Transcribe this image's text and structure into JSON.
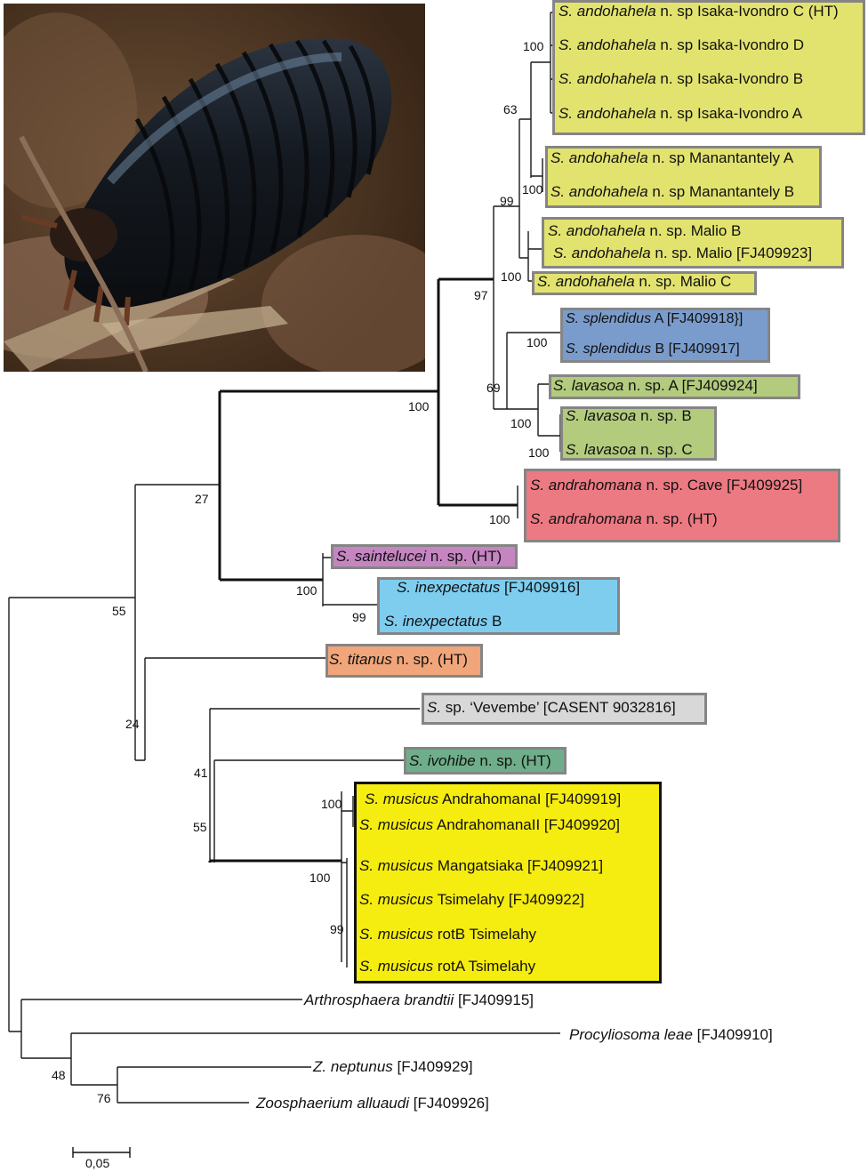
{
  "clades": {
    "andohahela_isaka": {
      "color": "#e2e36f",
      "taxa": [
        {
          "genus": "S. andohahela",
          "rest": "n. sp Isaka-Ivondro C (HT)"
        },
        {
          "genus": "S. andohahela",
          "rest": "n. sp Isaka-Ivondro D"
        },
        {
          "genus": "S. andohahela",
          "rest": "n. sp Isaka-Ivondro B"
        },
        {
          "genus": "S. andohahela",
          "rest": "n. sp Isaka-Ivondro A"
        }
      ]
    },
    "andohahela_manantantely": {
      "color": "#e2e36f",
      "taxa": [
        {
          "genus": "S. andohahela",
          "rest": "n. sp Manantantely A"
        },
        {
          "genus": "S. andohahela",
          "rest": "n. sp Manantantely B"
        }
      ]
    },
    "andohahela_malio": {
      "color": "#e2e36f",
      "taxa": [
        {
          "genus": "S. andohahela",
          "rest": "n. sp. Malio B"
        },
        {
          "genus": "S. andohahela",
          "rest": "n. sp. Malio [FJ409923]"
        }
      ]
    },
    "andohahela_malio_c": {
      "color": "#e2e36f",
      "taxa": [
        {
          "genus": "S. andohahela",
          "rest": "n. sp. Malio C"
        }
      ]
    },
    "splendidus": {
      "color": "#7a9ccd",
      "taxa": [
        {
          "genus": "S. splendidus",
          "rest": "A [FJ409918}]"
        },
        {
          "genus": "S. splendidus",
          "rest": "B [FJ409917]"
        }
      ]
    },
    "lavasoa_a": {
      "color": "#b3cb7d",
      "taxa": [
        {
          "genus": "S. lavasoa",
          "rest": "n. sp. A [FJ409924]"
        }
      ]
    },
    "lavasoa_bc": {
      "color": "#b3cb7d",
      "taxa": [
        {
          "genus": "S. lavasoa",
          "rest": "n. sp. B"
        },
        {
          "genus": "S. lavasoa",
          "rest": "n. sp. C"
        }
      ]
    },
    "andrahomana": {
      "color": "#ec7a82",
      "taxa": [
        {
          "genus": "S. andrahomana",
          "rest": "n. sp. Cave [FJ409925]"
        },
        {
          "genus": "S. andrahomana",
          "rest": "n. sp. (HT)"
        }
      ]
    },
    "saintelucei": {
      "color": "#c585c1",
      "taxa": [
        {
          "genus": "S. saintelucei",
          "rest": "n. sp. (HT)"
        }
      ]
    },
    "inexpectatus": {
      "color": "#7ecdef",
      "taxa": [
        {
          "genus": "S. inexpectatus",
          "rest": "[FJ409916]"
        },
        {
          "genus": "S. inexpectatus",
          "rest": "B"
        }
      ]
    },
    "titanus": {
      "color": "#f0a57a",
      "taxa": [
        {
          "genus": "S. titanus",
          "rest": "n. sp. (HT)"
        }
      ]
    },
    "vevembe": {
      "color": "#d8d8d8",
      "taxa": [
        {
          "genus": "S.",
          "rest": "sp. ‘Vevembe’ [CASENT 9032816]"
        }
      ]
    },
    "ivohibe": {
      "color": "#6fae8a",
      "taxa": [
        {
          "genus": "S. ivohibe",
          "rest": "n. sp. (HT)"
        }
      ]
    },
    "musicus": {
      "color": "#f5ec10",
      "taxa": [
        {
          "genus": "S. musicus",
          "rest": "AndrahomanaI  [FJ409919]"
        },
        {
          "genus": "S. musicus",
          "rest": "AndrahomanaII [FJ409920]"
        },
        {
          "genus": "S. musicus",
          "rest": "Mangatsiaka  [FJ409921]"
        },
        {
          "genus": "S. musicus",
          "rest": "Tsimelahy [FJ409922]"
        },
        {
          "genus": "S. musicus",
          "rest": "rotB Tsimelahy"
        },
        {
          "genus": "S. musicus",
          "rest": "rotA Tsimelahy"
        }
      ]
    }
  },
  "outgroups": [
    {
      "genus": "Arthrosphaera brandtii",
      "rest": "[FJ409915]"
    },
    {
      "genus": "Procyliosoma leae",
      "rest": "[FJ409910]"
    },
    {
      "genus": "Z. neptunus",
      "rest": "[FJ409929]"
    },
    {
      "genus": "Zoosphaerium alluaudi",
      "rest": "[FJ409926]"
    }
  ],
  "support": {
    "isaka": "100",
    "andohahela_inner": "63",
    "manantantely": "100",
    "andohahela_all": "99",
    "malio": "100",
    "andohahela_splendidus": "97",
    "splendidus": "100",
    "splendidus_lavasoa": "69",
    "lavasoa_bc": "100",
    "lavasoa_c": "100",
    "big_clade": "100",
    "andrahomana": "100",
    "upper_clade": "27",
    "saintelucei_inexpectatus": "100",
    "inexpectatus": "99",
    "ingroup": "55",
    "lower_clade": "24",
    "ivohibe_group": "41",
    "vevembe_group": "55",
    "musicus_a": "100",
    "musicus_b": "100",
    "musicus_c": "99",
    "outgroup_pair": "48",
    "zoosphaerium": "76"
  },
  "scale_bar": "0,05",
  "photo": {
    "subject": "pill-millipede",
    "body_color": "#1b2026",
    "ground_color": "#6b4a30"
  }
}
